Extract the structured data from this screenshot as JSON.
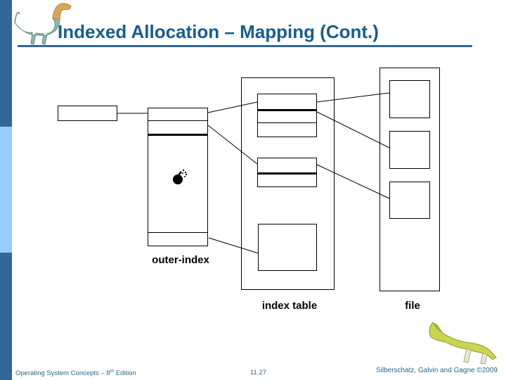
{
  "slide": {
    "title": "Indexed Allocation – Mapping (Cont.)",
    "labels": {
      "outer_index": "outer-index",
      "index_table": "index table",
      "file": "file"
    },
    "footer": {
      "book_main": "Operating System Concepts – 8",
      "book_sup": "th",
      "book_tail": " Edition",
      "page": "11.27",
      "authors": "Silberschatz, Galvin and Gagne ©2009"
    },
    "icons": {
      "header_logo": "dinosaur-logo",
      "footer_figure": "dinosaur-figure",
      "outer_index_glyph": "bomb-icon"
    },
    "colors": {
      "sidebar_dark": "#336699",
      "sidebar_light": "#99ccff",
      "title_text": "#1a5c8c",
      "footer_text": "#2c6688",
      "diagram_stroke": "#000000",
      "background": "#ffffff"
    }
  }
}
